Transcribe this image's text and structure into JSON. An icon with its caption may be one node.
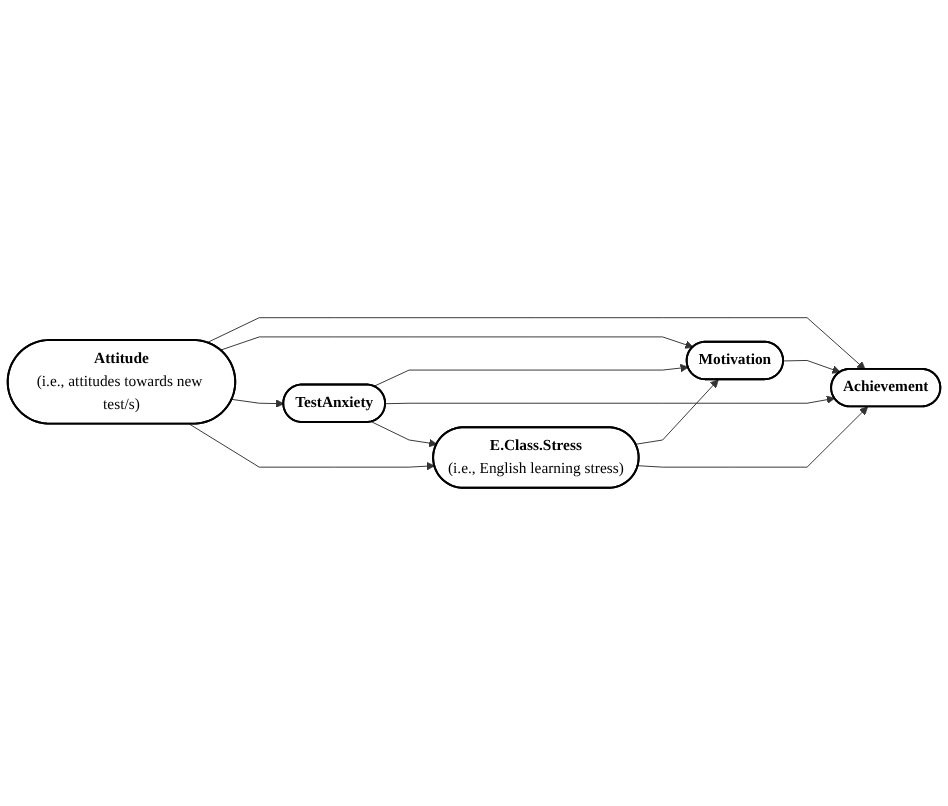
{
  "diagram": {
    "nodes": [
      {
        "text": [
          "Attitude",
          "(i.e., attitudes towards new test/s)"
        ]
      },
      {
        "text": [
          "Motivation"
        ]
      },
      {
        "text": [
          "Achievement"
        ]
      },
      {
        "text": [
          "TestAnxiety"
        ]
      },
      {
        "text": [
          "E.Class.Stress",
          "(i.e., English learning stress)"
        ]
      }
    ],
    "edges": [
      {
        "from": 0,
        "to": 2,
        "arrow": "to"
      },
      {
        "from": 0,
        "to": 1,
        "arrow": "to"
      },
      {
        "from": 0,
        "to": 3,
        "arrow": "to"
      },
      {
        "from": 0,
        "to": 4,
        "arrow": "to"
      },
      {
        "from": 1,
        "to": 2,
        "arrow": "to"
      },
      {
        "from": 3,
        "to": 1,
        "arrow": "to"
      },
      {
        "from": 3,
        "to": 2,
        "arrow": "to"
      },
      {
        "from": 3,
        "to": 4,
        "arrow": "to"
      },
      {
        "from": 4,
        "to": 1,
        "arrow": "to"
      },
      {
        "from": 4,
        "to": 2,
        "arrow": "to"
      }
    ]
  }
}
